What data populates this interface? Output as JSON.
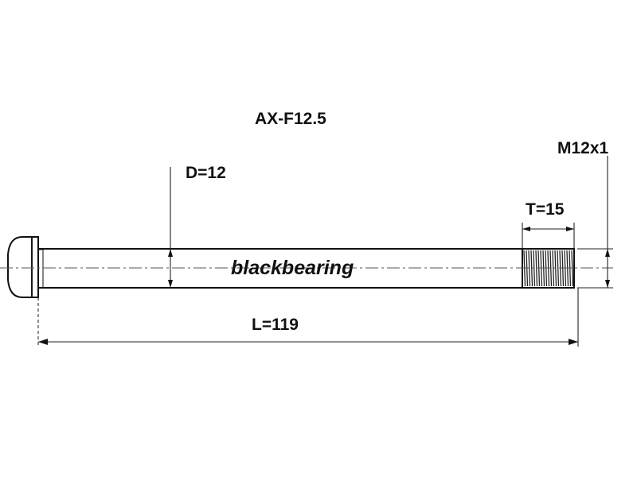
{
  "title": "AX-F12.5",
  "brand": "blackbearing",
  "dimensions": {
    "diameter": "D=12",
    "thread_length": "T=15",
    "thread_spec": "M12x1",
    "length": "L=119"
  }
}
